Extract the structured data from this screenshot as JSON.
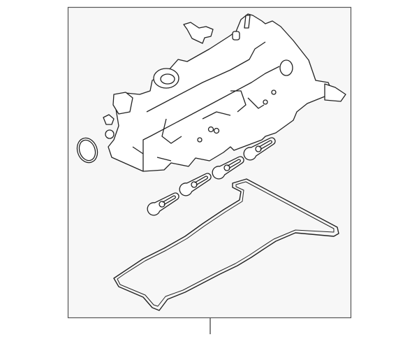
{
  "diagram": {
    "type": "exploded parts illustration",
    "parts": [
      "valve-cover",
      "oil-filler-neck",
      "o-ring",
      "seal-bracket",
      "spark-plug-seal",
      "cover-gasket"
    ],
    "colors": {
      "background": "#ffffff",
      "frame_fill": "#f7f7f7",
      "frame_stroke": "#555555",
      "line": "#222222",
      "part_fill": "#ffffff"
    }
  }
}
